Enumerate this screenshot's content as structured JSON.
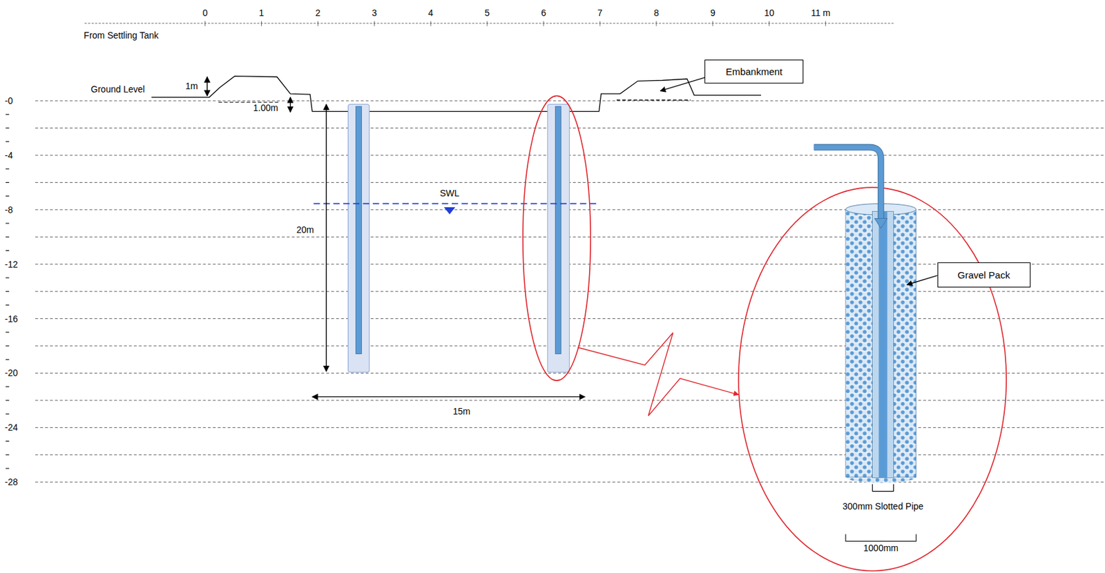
{
  "diagram": {
    "nodes": [
      {
        "text": [
          "Embankment"
        ]
      },
      {
        "text": [
          "Gravel Pack"
        ]
      }
    ],
    "labels": [
      "0",
      "1",
      "2",
      "3",
      "4",
      "5",
      "6",
      "7",
      "8",
      "9",
      "10",
      "11 m",
      "From Settling Tank",
      "1m",
      "Ground Level",
      "1.00m",
      "-0",
      "-4",
      "-8",
      "-12",
      "-16",
      "-20",
      "-24",
      "-28",
      "SWL",
      "20m",
      "15m",
      "300mm Slotted Pipe",
      "1000mm"
    ]
  }
}
